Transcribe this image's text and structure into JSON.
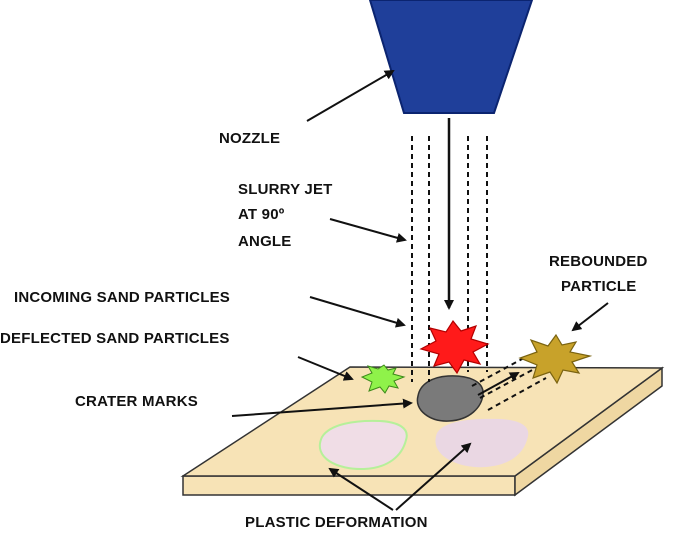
{
  "labels": {
    "nozzle": "NOZZLE",
    "slurry_jet_line1": "SLURRY JET",
    "slurry_jet_line2": "AT 90º",
    "slurry_jet_line3": "ANGLE",
    "rebounded_line1": "REBOUNDED",
    "rebounded_line2": "PARTICLE",
    "incoming": "INCOMING SAND PARTICLES",
    "deflected": "DEFLECTED SAND PARTICLES",
    "crater": "CRATER MARKS",
    "plastic": "PLASTIC DEFORMATION"
  },
  "colors": {
    "nozzle": "#1f3f9a",
    "nozzle_stroke": "#0b2470",
    "plate_top": "#f7e3b6",
    "plate_edge": "#333333",
    "incoming_particle": "#ff1a1a",
    "rebounded_particle": "#c8a22a",
    "deflected_particle": "#8ff24a",
    "crater": "#7a7a7a",
    "deformation_left": "#f0dde6",
    "deformation_left_outline": "#b6f09a",
    "deformation_right": "#ead7e3"
  }
}
